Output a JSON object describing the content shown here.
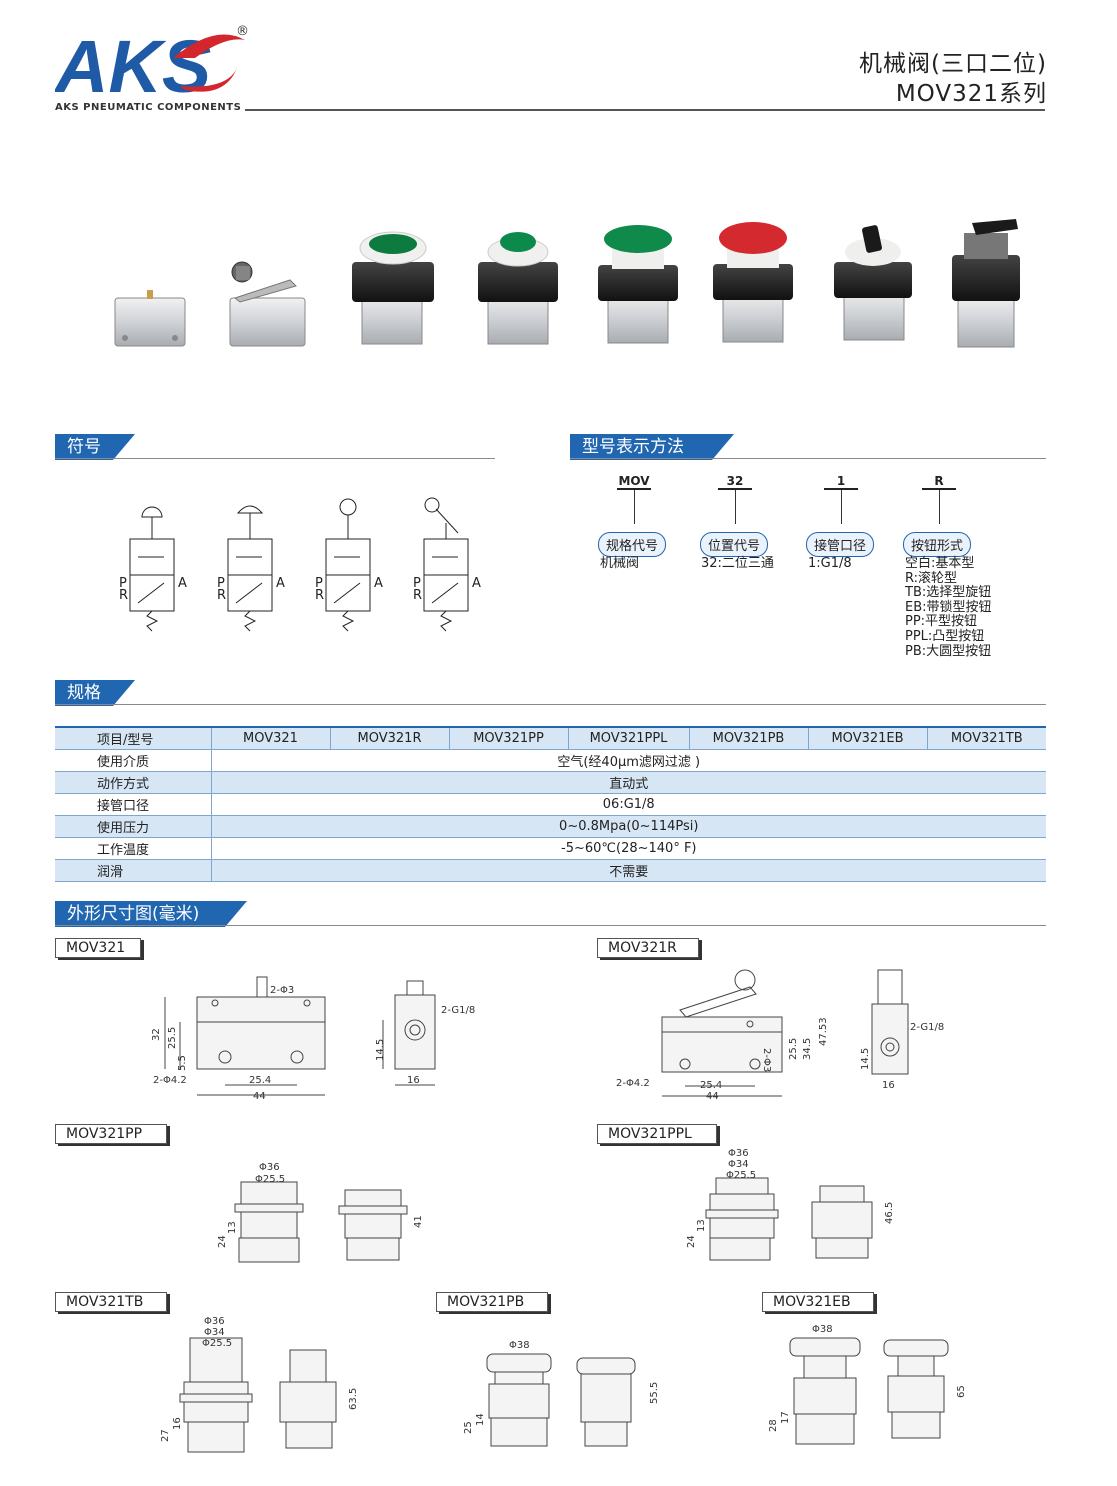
{
  "header": {
    "logo_text": "AKS",
    "logo_reg": "®",
    "company": "AKS PNEUMATIC COMPONENTS",
    "title_line1": "机械阀(三口二位)",
    "title_line2": "MOV321系列"
  },
  "colors": {
    "brand_blue": "#1f5aa6",
    "logo_red": "#d3262d",
    "table_stripe": "#d6e6f5"
  },
  "sections": {
    "symbol": "符号",
    "model_code": "型号表示方法",
    "spec": "规格",
    "dimensions": "外形尺寸图(毫米)"
  },
  "symbol_ports": {
    "p": "P",
    "r": "R",
    "a": "A"
  },
  "model_code": {
    "parts": [
      {
        "code": "MOV",
        "label": "规格代号",
        "desc": [
          "机械阀"
        ]
      },
      {
        "code": "32",
        "label": "位置代号",
        "desc": [
          "32:二位三通"
        ]
      },
      {
        "code": "1",
        "label": "接管口径",
        "desc": [
          "1:G1/8"
        ]
      },
      {
        "code": "R",
        "label": "按钮形式",
        "desc": [
          "空白:基本型",
          "R:滚轮型",
          "TB:选择型旋钮",
          "EB:带锁型按钮",
          "PP:平型按钮",
          "PPL:凸型按钮",
          "PB:大圆型按钮"
        ]
      }
    ]
  },
  "spec_table": {
    "header_label": "项目/型号",
    "models": [
      "MOV321",
      "MOV321R",
      "MOV321PP",
      "MOV321PPL",
      "MOV321PB",
      "MOV321EB",
      "MOV321TB"
    ],
    "rows": [
      {
        "label": "使用介质",
        "value": "空气(经40μm滤网过滤 )"
      },
      {
        "label": "动作方式",
        "value": "直动式"
      },
      {
        "label": "接管口径",
        "value": "06:G1/8"
      },
      {
        "label": "使用压力",
        "value": "0~0.8Mpa(0~114Psi)"
      },
      {
        "label": "工作温度",
        "value": "-5~60℃(28~140° F)"
      },
      {
        "label": "润滑",
        "value": "不需要"
      }
    ]
  },
  "dimension_drawings": {
    "mov321": {
      "title": "MOV321",
      "d_hole": "2-Φ3",
      "port": "2-G1/8",
      "h32": "32",
      "h25_5": "25.5",
      "h5_5": "5.5",
      "mount": "2-Φ4.2",
      "w25_4": "25.4",
      "w44": "44",
      "h14_5": "14.5",
      "w16": "16"
    },
    "mov321r": {
      "title": "MOV321R",
      "port": "2-G1/8",
      "d_hole": "2-Φ3",
      "h25_5": "25.5",
      "h34_5": "34.5",
      "h47_53": "47.53",
      "mount": "2-Φ4.2",
      "w25_4": "25.4",
      "w44": "44",
      "h14_5": "14.5",
      "w16": "16"
    },
    "mov321pp": {
      "title": "MOV321PP",
      "d36": "Φ36",
      "d25_5": "Φ25.5",
      "h24": "24",
      "h13": "13",
      "h41": "41"
    },
    "mov321ppl": {
      "title": "MOV321PPL",
      "d36": "Φ36",
      "d34": "Φ34",
      "d25_5": "Φ25.5",
      "h24": "24",
      "h13": "13",
      "h46_5": "46.5"
    },
    "mov321tb": {
      "title": "MOV321TB",
      "d36": "Φ36",
      "d34": "Φ34",
      "d25_5": "Φ25.5",
      "h27": "27",
      "h16": "16",
      "h63_5": "63.5"
    },
    "mov321pb": {
      "title": "MOV321PB",
      "d38": "Φ38",
      "h25": "25",
      "h14": "14",
      "h55_5": "55.5"
    },
    "mov321eb": {
      "title": "MOV321EB",
      "d38": "Φ38",
      "h28": "28",
      "h17": "17",
      "h65": "65"
    }
  }
}
